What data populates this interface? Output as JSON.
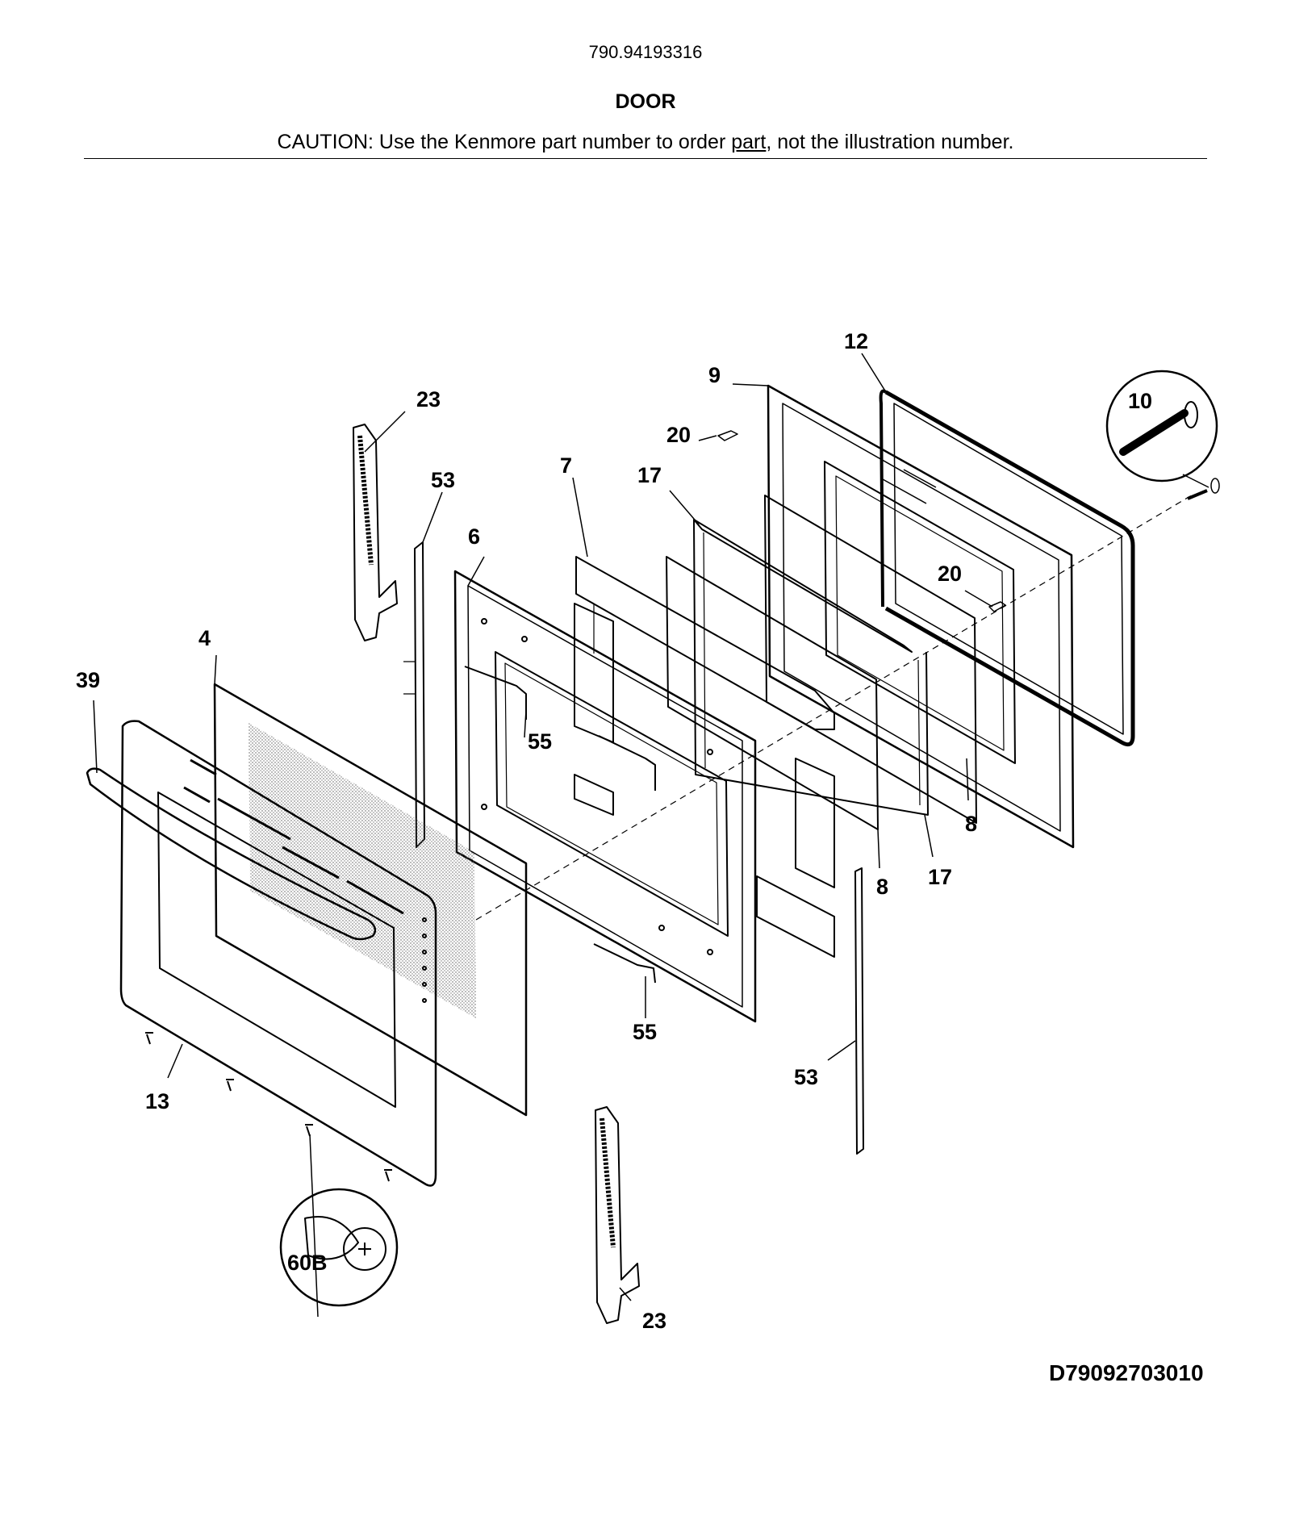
{
  "header": {
    "model_number": "790.94193316",
    "section_title": "DOOR",
    "caution_prefix": "CAUTION: Use the Kenmore part number to order ",
    "caution_underlined": "part",
    "caution_suffix": ", not the illustration number."
  },
  "callouts": [
    "12",
    "9",
    "23",
    "10",
    "20",
    "53",
    "7",
    "17",
    "6",
    "20",
    "4",
    "39",
    "55",
    "8",
    "17",
    "8",
    "55",
    "53",
    "13",
    "60B",
    "23"
  ],
  "footer": {
    "diagram_id": "D79092703010"
  }
}
